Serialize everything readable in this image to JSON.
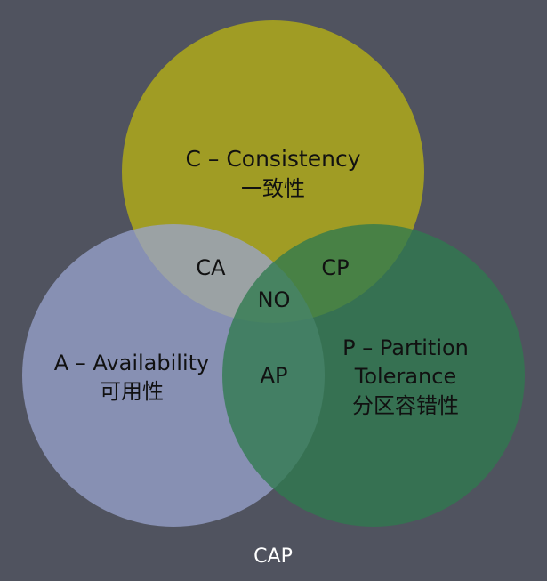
{
  "diagram": {
    "caption": "CAP",
    "colors": {
      "background": "#50535f",
      "consistency": "#a9a41e",
      "availability": "#8b95bf",
      "partition": "#3e7c54"
    },
    "sets": {
      "consistency": {
        "name": "C – Consistency",
        "subtitle": "一致性"
      },
      "availability": {
        "name": "A – Availability",
        "subtitle": "可用性"
      },
      "partition": {
        "name": "P – Partition",
        "name_line2": "Tolerance",
        "subtitle": "分区容错性"
      }
    },
    "intersections": {
      "ca": "CA",
      "cp": "CP",
      "ap": "AP",
      "center": "NO"
    }
  }
}
